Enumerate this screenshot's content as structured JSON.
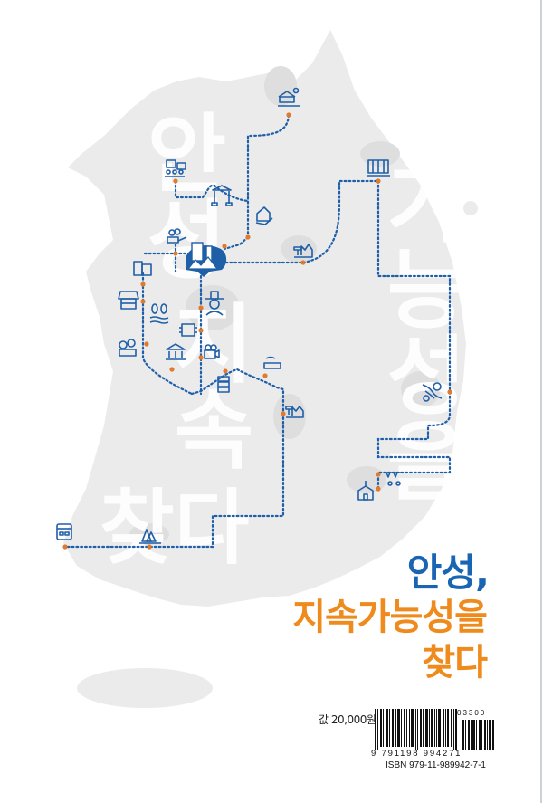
{
  "cover": {
    "background_words": [
      "안성",
      "지속",
      "찾다",
      "가능성을"
    ],
    "title": {
      "line1": "안성,",
      "line2": "지속가능성을",
      "line3": "찾다"
    },
    "price": "값 20,000원",
    "barcode": {
      "number": "9 791198 994271",
      "addon": "03300",
      "isbn": "ISBN 979-11-989942-7-1"
    },
    "colors": {
      "title_blue": "#1a64b4",
      "title_orange": "#ef8a1c",
      "route_blue": "#1f5fa8",
      "route_dot_orange": "#e07a2e",
      "map_gray": "#ebebeb"
    },
    "icons": [
      "farm-sun-icon",
      "organization-chart-icon",
      "museum-gate-icon",
      "house-care-icon",
      "flower-hand-icon",
      "city-center-icon",
      "factory-icon",
      "greenhouse-icon",
      "book-icon",
      "market-stall-icon",
      "trees-water-icon",
      "microchip-icon",
      "traditional-hat-person-icon",
      "family-icon",
      "bank-icon",
      "camera-icon",
      "server-stack-icon",
      "smart-farm-icon",
      "factory-icon-2",
      "road-trees-icon",
      "festival-icon",
      "school-icon",
      "bus-icon",
      "forest-icon"
    ]
  }
}
